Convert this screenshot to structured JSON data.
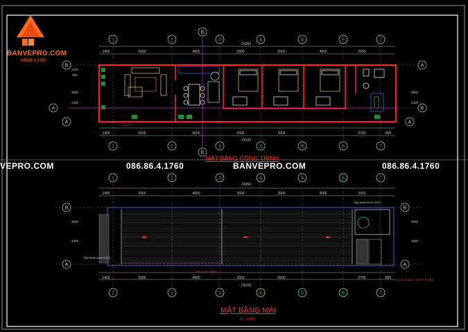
{
  "logo": {
    "brand": "BANVEPRO.COM",
    "phone": "08686.4.1760",
    "icon": "house-roof-icon"
  },
  "watermarks": [
    {
      "text": "VEPRO.COM"
    },
    {
      "text": "086.86.4.1760"
    },
    {
      "text": "BANVEPRO.COM"
    },
    {
      "text": "086.86.4.1760"
    }
  ],
  "plan_top": {
    "title": "MẶT BẰNG CÔNG TRÌNH",
    "total_dim": "24950",
    "total_dim_bottom": "24100",
    "top_dims": [
      "1400",
      "5000",
      "4000",
      "3500",
      "3500",
      "4000",
      "2550"
    ],
    "bottom_dims": [
      "1400",
      "5000",
      "4000",
      "3500",
      "3500",
      "2700",
      "850"
    ],
    "axes": [
      "1",
      "2",
      "3",
      "4",
      "5",
      "6",
      "7"
    ],
    "row_axes": [
      "A",
      "B"
    ],
    "left_dims": [
      "3000",
      "2400",
      "900",
      "1100"
    ],
    "right_dims": [
      "3000",
      "2400"
    ],
    "label": "Ống TỰ"
  },
  "plan_roof": {
    "title": "MẶT BẰNG MÁI",
    "scale": "TL: 1/100",
    "total_dim": "24950",
    "total_dim_bottom": "24100",
    "top_dims": [
      "1400",
      "5000",
      "4000",
      "3500",
      "3500",
      "3500",
      "2550"
    ],
    "bottom_dims": [
      "1400",
      "5000",
      "4000",
      "3500",
      "3500",
      "2700",
      "850"
    ],
    "axes": [
      "1",
      "2",
      "3",
      "4",
      "5",
      "6",
      "7"
    ],
    "row_axes": [
      "A",
      "B"
    ],
    "left_dims": [
      "3000",
      "4400"
    ],
    "right_dims": [
      "3000",
      "1500"
    ],
    "note_left": "Ống thoát nước D114",
    "note_right": "Ống thoát nước D114",
    "note_bottom": "KÈO LẤY SÁNG",
    "note_tank": "KHUNG BẰNG THÉP 1.5 TIÊU"
  },
  "colors": {
    "background": "#000000",
    "frame": "#ffffff",
    "wall": "#ff2020",
    "dim": "#c8c8c8",
    "axis": "#00cc33",
    "furniture": "#d8b070",
    "blue": "#3a6ad8",
    "magenta": "#d020d0",
    "cyan": "#20c0d0",
    "yellow": "#e0d040",
    "brand": "#ff6a1a"
  }
}
